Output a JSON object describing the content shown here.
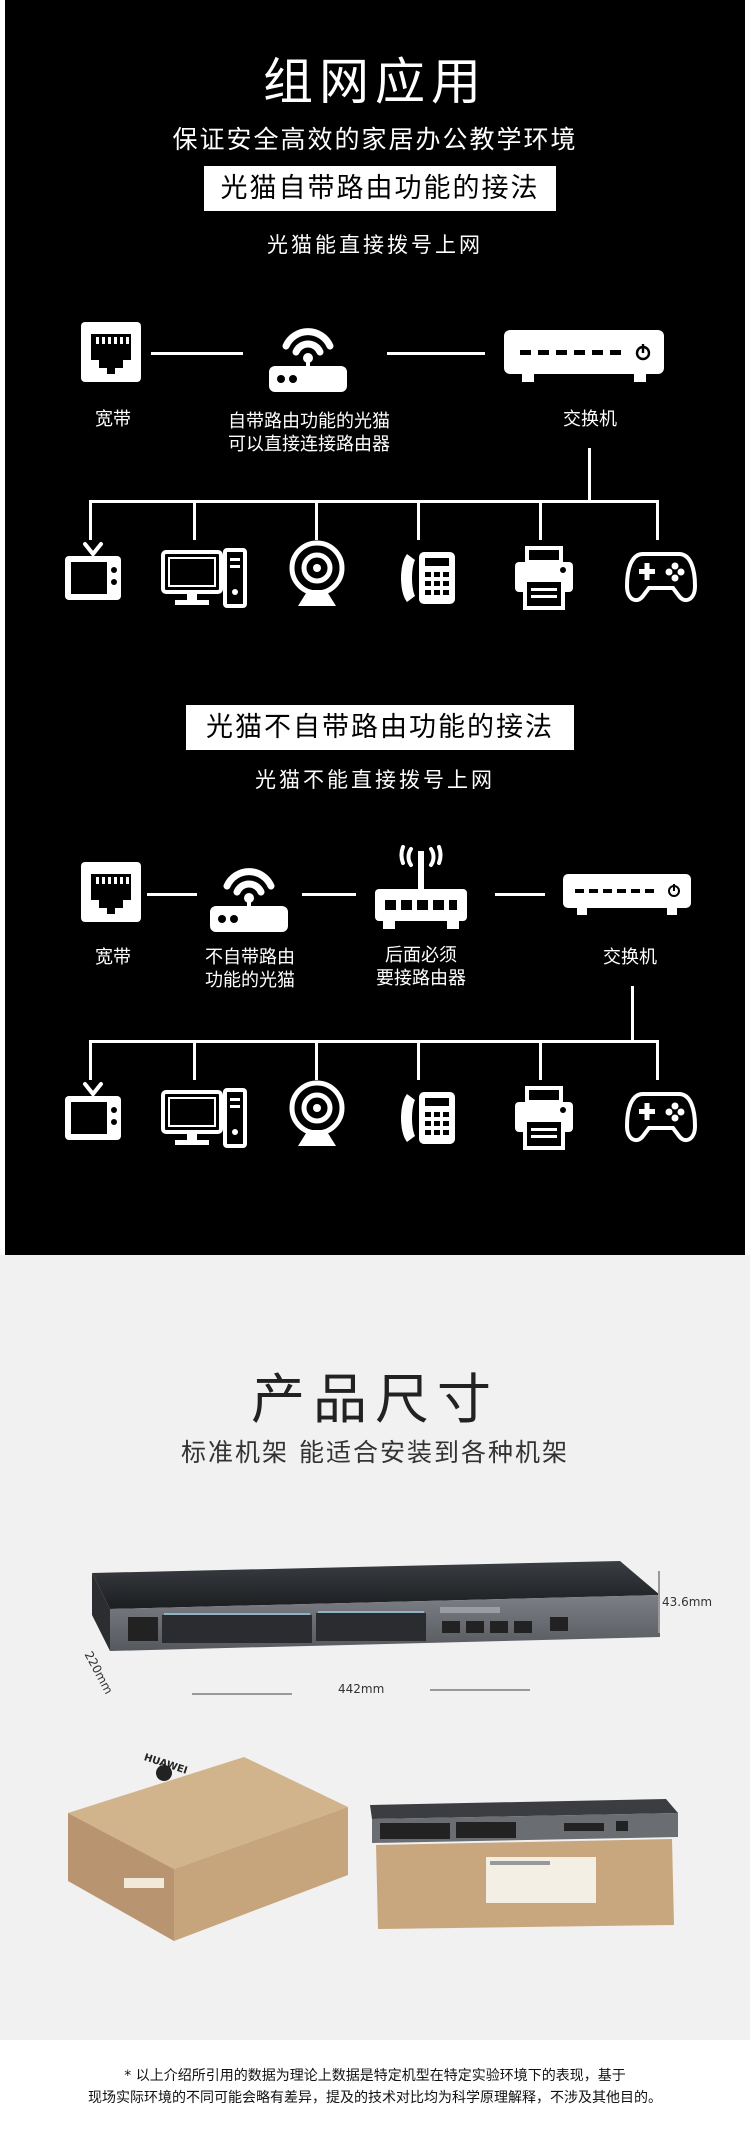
{
  "network": {
    "title": "组网应用",
    "subtitle": "保证安全高效的家居办公教学环境",
    "method1": {
      "banner": "光猫自带路由功能的接法",
      "desc": "光猫能直接拨号上网",
      "broadband_label": "宽带",
      "modem_label_1": "自带路由功能的光猫",
      "modem_label_2": "可以直接连接路由器",
      "switch_label": "交换机"
    },
    "method2": {
      "banner": "光猫不自带路由功能的接法",
      "desc": "光猫不能直接拨号上网",
      "broadband_label": "宽带",
      "modem_label_1": "不自带路由",
      "modem_label_2": "功能的光猫",
      "router_label_1": "后面必须",
      "router_label_2": "要接路由器",
      "switch_label": "交换机"
    },
    "devices": [
      "tv-icon",
      "computer-icon",
      "webcam-icon",
      "phone-icon",
      "printer-icon",
      "gamepad-icon"
    ]
  },
  "size": {
    "title": "产品尺寸",
    "subtitle": "标准机架  能适合安装到各种机架",
    "width_label": "442mm",
    "depth_label": "220mm",
    "height_label": "43.6mm",
    "brand": "HUAWEI"
  },
  "footnote": {
    "line1": "* 以上介绍所引用的数据为理论上数据是特定机型在特定实验环境下的表现，基于",
    "line2": "现场实际环境的不同可能会略有差异，提及的技术对比均为科学原理解释，不涉及其他目的。"
  }
}
